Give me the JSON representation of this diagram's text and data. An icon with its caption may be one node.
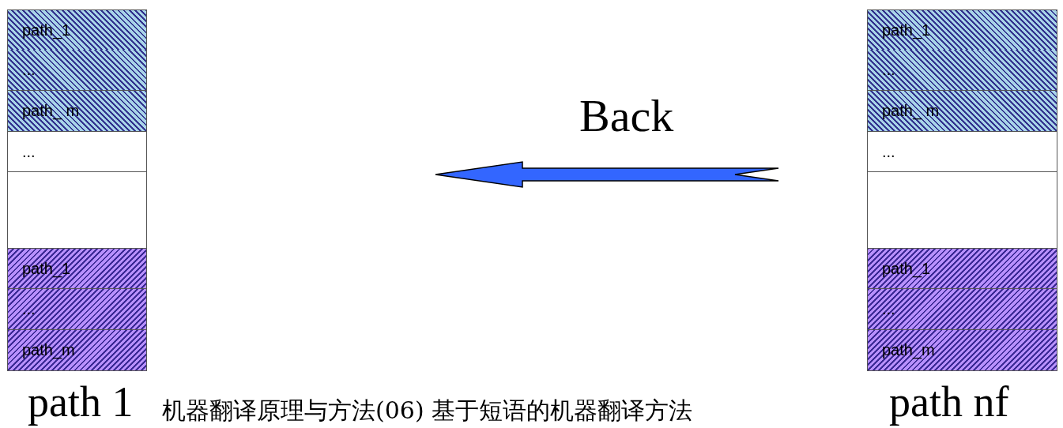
{
  "diagram": {
    "caption": "机器翻译原理与方法(06) 基于短语的机器翻译方法",
    "nodes": [
      {
        "text": [
          "path 1"
        ]
      },
      {
        "text": [
          "path_1"
        ],
        "in": 0
      },
      {
        "text": [
          "..."
        ],
        "in": 0
      },
      {
        "text": [
          "path_ m"
        ],
        "in": 0
      },
      {
        "text": [
          "..."
        ],
        "in": 0
      },
      {
        "text": [],
        "shape": "box",
        "in": 0
      },
      {
        "text": [
          "path_1"
        ],
        "in": 0
      },
      {
        "text": [
          "..."
        ],
        "in": 0
      },
      {
        "text": [
          "path_m"
        ],
        "in": 0
      },
      {
        "text": [
          "path nf"
        ]
      },
      {
        "text": [
          "path_1"
        ],
        "in": 9
      },
      {
        "text": [
          "..."
        ],
        "in": 9
      },
      {
        "text": [
          "path_ m"
        ],
        "in": 9
      },
      {
        "text": [
          "..."
        ],
        "in": 9
      },
      {
        "text": [],
        "shape": "box",
        "in": 9
      },
      {
        "text": [
          "path_1"
        ],
        "in": 9
      },
      {
        "text": [
          "..."
        ],
        "in": 9
      },
      {
        "text": [
          "path_m"
        ],
        "in": 9
      }
    ],
    "labels": [
      "Back"
    ]
  }
}
